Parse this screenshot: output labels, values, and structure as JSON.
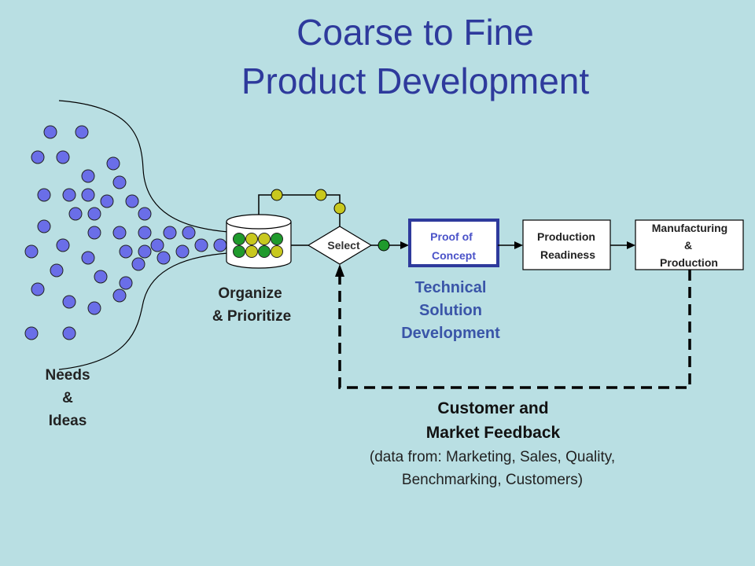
{
  "title": {
    "line1": "Coarse to Fine",
    "line2": "Product Development"
  },
  "labels": {
    "needs_line1": "Needs",
    "needs_line2": "&",
    "needs_line3": "Ideas",
    "organize_line1": "Organize",
    "organize_line2": "& Prioritize",
    "select": "Select",
    "proof_line1": "Proof of",
    "proof_line2": "Concept",
    "tech_line1": "Technical",
    "tech_line2": "Solution",
    "tech_line3": "Development",
    "prod_ready_line1": "Production",
    "prod_ready_line2": "Readiness",
    "mfg_line1": "Manufacturing",
    "mfg_line2": "&",
    "mfg_line3": "Production",
    "feedback_line1": "Customer and",
    "feedback_line2": "Market Feedback",
    "feedback_line3": "(data from: Marketing, Sales, Quality,",
    "feedback_line4": "Benchmarking, Customers)"
  },
  "colors": {
    "background": "#b9dfe3",
    "title": "#2e3a9c",
    "idea_dot": "#6a6ee8",
    "green_dot": "#1f9a2c",
    "yellow_dot": "#c8c81e",
    "proof_text": "#4a52c8",
    "tech_text": "#3a55a8",
    "proof_border": "#2e3a9c"
  }
}
